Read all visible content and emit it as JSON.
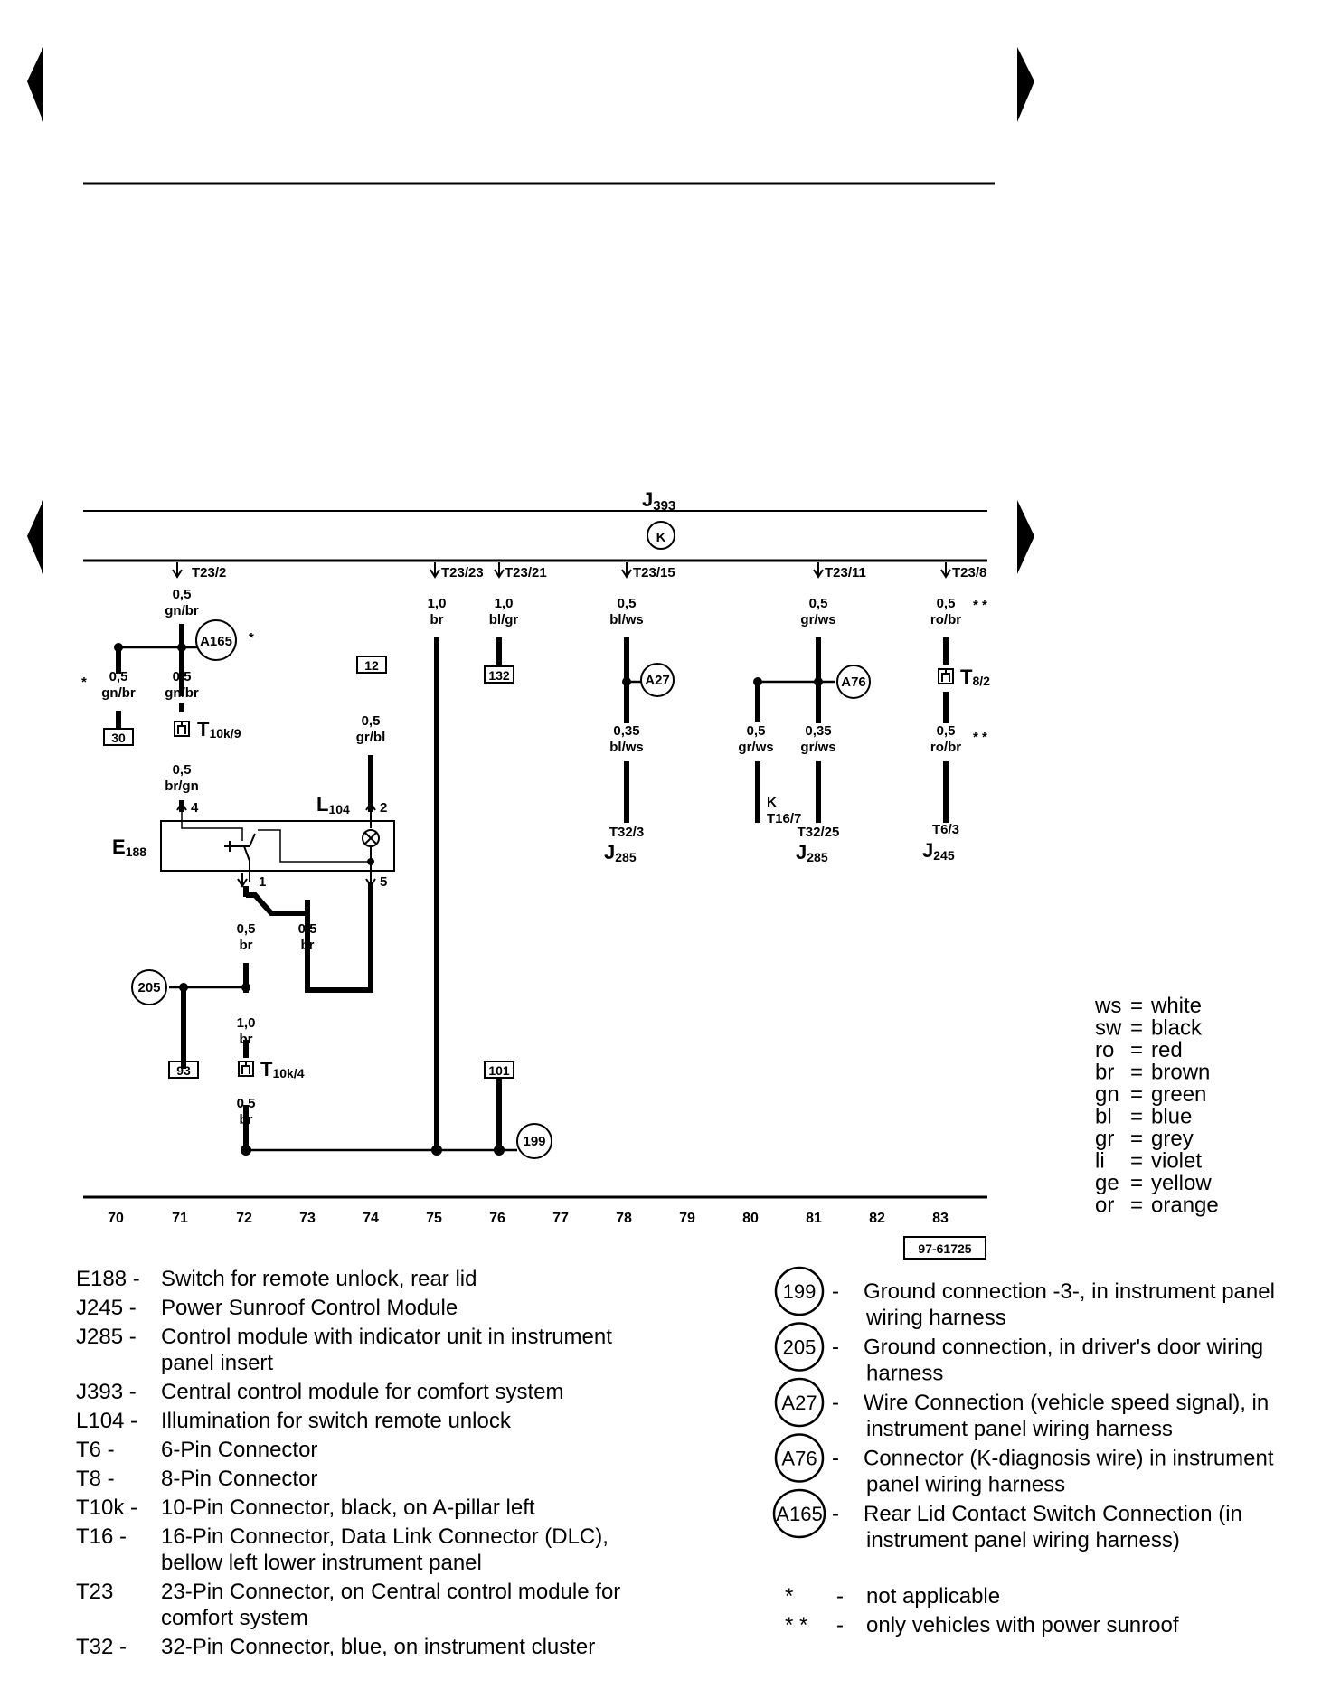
{
  "header": {
    "nav_prev": "previous-page",
    "nav_next": "next-page"
  },
  "diagram": {
    "module": {
      "letter": "J",
      "sub": "393",
      "symbol": "K"
    },
    "pins": [
      "T23/2",
      "T23/23",
      "T23/21",
      "T23/15",
      "T23/11",
      "T23/8"
    ],
    "wires": {
      "w1": [
        "0,5",
        "gn/br"
      ],
      "w2": [
        "0,5",
        "gn/br"
      ],
      "w3": [
        "0,5",
        "gn/br"
      ],
      "w4": [
        "0,5",
        "br/gn"
      ],
      "w5": [
        "0,5",
        "gr/bl"
      ],
      "w6": [
        "1,0",
        "br"
      ],
      "w7": [
        "1,0",
        "bl/gr"
      ],
      "w8": [
        "0,5",
        "bl/ws"
      ],
      "w9": [
        "0,35",
        "bl/ws"
      ],
      "w10": [
        "0,5",
        "gr/ws"
      ],
      "w11": [
        "0,5",
        "gr/ws"
      ],
      "w12": [
        "0,35",
        "gr/ws"
      ],
      "w13": [
        "0,5",
        "ro/br"
      ],
      "w14": [
        "0,5",
        "ro/br"
      ],
      "w15": [
        "0,5",
        "br"
      ],
      "w16": [
        "0,5",
        "br"
      ],
      "w17": [
        "1,0",
        "br"
      ],
      "w18": [
        "0,5",
        "br"
      ]
    },
    "stars": {
      "single": "*",
      "double": "* *"
    },
    "boxes": [
      "12",
      "132",
      "30",
      "93",
      "101"
    ],
    "circles": [
      "A165",
      "A27",
      "A76",
      "205",
      "199"
    ],
    "connectors": {
      "t10k9": {
        "main": "T",
        "sub": "10k/9"
      },
      "t82": {
        "main": "T",
        "sub": "8/2"
      },
      "t10k4": {
        "main": "T",
        "sub": "10k/4"
      }
    },
    "components": {
      "e188": {
        "main": "E",
        "sub": "188"
      },
      "l104": {
        "main": "L",
        "sub": "104"
      },
      "j285a": {
        "main": "J",
        "sub": "285"
      },
      "j285b": {
        "main": "J",
        "sub": "285"
      },
      "j245": {
        "main": "J",
        "sub": "245"
      }
    },
    "pin_labels": {
      "p4": "4",
      "p2": "2",
      "p1": "1",
      "p5": "5"
    },
    "term_labels": {
      "t323": "T32/3",
      "t3225": "T32/25",
      "t63": "T6/3",
      "k": "K",
      "t167": "T16/7"
    },
    "columns": [
      "70",
      "71",
      "72",
      "73",
      "74",
      "75",
      "76",
      "77",
      "78",
      "79",
      "80",
      "81",
      "82",
      "83"
    ],
    "ref_code": "97-61725"
  },
  "color_legend": [
    [
      "ws",
      "white"
    ],
    [
      "sw",
      "black"
    ],
    [
      "ro",
      "red"
    ],
    [
      "br",
      "brown"
    ],
    [
      "gn",
      "green"
    ],
    [
      "bl",
      "blue"
    ],
    [
      "gr",
      "grey"
    ],
    [
      "li",
      "violet"
    ],
    [
      "ge",
      "yellow"
    ],
    [
      "or",
      "orange"
    ]
  ],
  "component_legend": [
    [
      "E188 -",
      "Switch for remote unlock, rear lid",
      ""
    ],
    [
      "J245 -",
      " Power Sunroof Control Module",
      ""
    ],
    [
      "J285 -",
      "Control module with indicator unit in instrument",
      "panel insert"
    ],
    [
      "J393 -",
      "Central control module for comfort system",
      ""
    ],
    [
      "L104 -",
      "Illumination for switch remote unlock",
      ""
    ],
    [
      "T6    -",
      "6-Pin Connector",
      ""
    ],
    [
      "T8    -",
      "8-Pin Connector",
      ""
    ],
    [
      "T10k -",
      "10-Pin Connector, black, on A-pillar left",
      ""
    ],
    [
      "T16  -",
      "16-Pin Connector, Data Link Connector (DLC),",
      "bellow left lower instrument panel"
    ],
    [
      "T23",
      "23-Pin Connector, on Central control module for",
      "comfort system"
    ],
    [
      "T32  -",
      "32-Pin Connector, blue, on instrument cluster",
      ""
    ]
  ],
  "circle_legend": [
    [
      "199",
      "Ground connection -3-, in instrument panel",
      "wiring harness"
    ],
    [
      "205",
      "Ground connection, in driver's door wiring",
      "harness"
    ],
    [
      "A27",
      "Wire Connection (vehicle speed signal), in",
      "instrument panel wiring harness"
    ],
    [
      "A76",
      "Connector (K-diagnosis wire) in instrument",
      "panel wiring harness"
    ],
    [
      "A165",
      "Rear Lid Contact Switch Connection (in",
      "instrument panel wiring harness)"
    ]
  ],
  "notes": [
    [
      "*",
      "-",
      "not applicable"
    ],
    [
      "* *",
      "-",
      "only vehicles with power sunroof"
    ]
  ]
}
